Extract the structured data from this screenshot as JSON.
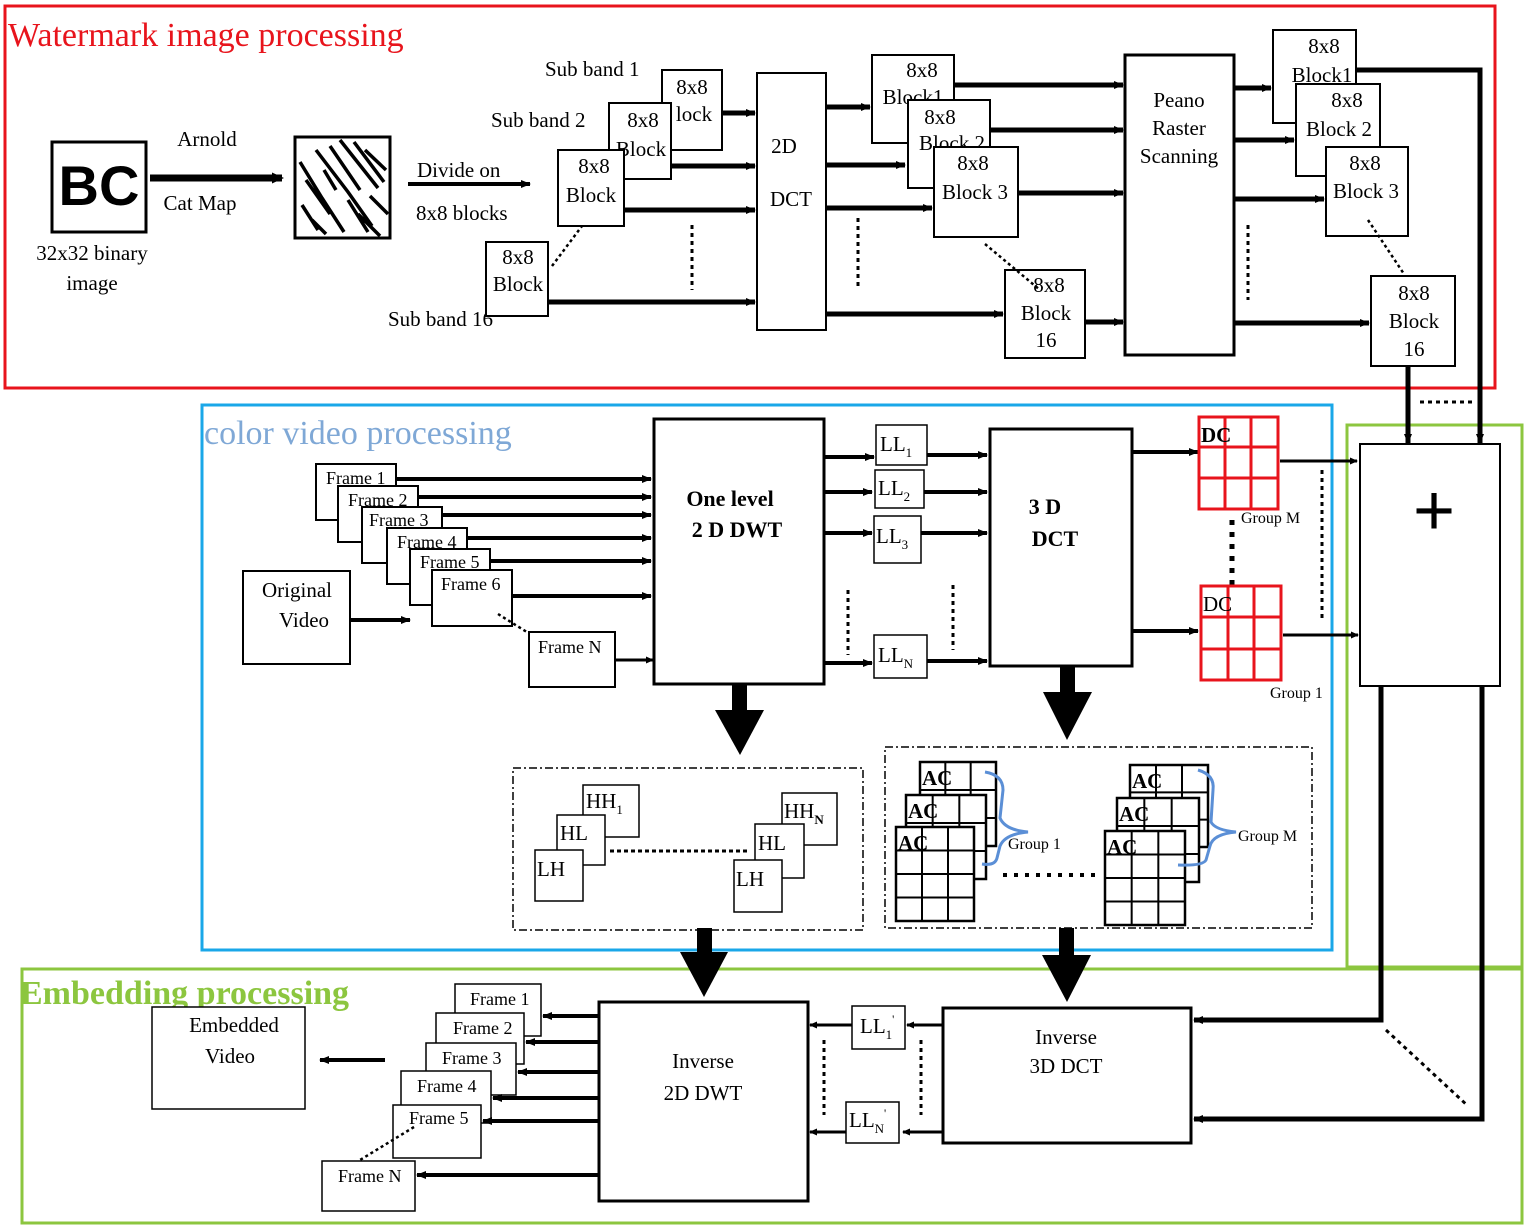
{
  "sections": {
    "watermark": "Watermark image processing",
    "video": "color video processing",
    "embedding": "Embedding processing"
  },
  "colors": {
    "watermark": "#e8141c",
    "video": "#1aa7e8",
    "embedding": "#8cc63f",
    "dc_grid": "#e8141c",
    "brace": "#5b8fd6"
  },
  "watermark": {
    "logo": "BC",
    "input_label": [
      "32x32 binary",
      "image"
    ],
    "arnold": [
      "Arnold",
      "Cat  Map"
    ],
    "divide": [
      "Divide on",
      "8x8 blocks"
    ],
    "subbands": [
      "Sub band 1",
      "Sub band 2",
      "Sub band 16"
    ],
    "block_8x8": "8x8",
    "block_block": "Block",
    "block_partial": "lock",
    "dct_2d": [
      "2D",
      "DCT"
    ],
    "block1": "Block1",
    "block2": "Block 2",
    "block3": "Block 3",
    "block16": [
      "Block",
      "16"
    ],
    "peano": [
      "Peano",
      "Raster",
      "Scanning"
    ]
  },
  "video": {
    "original": [
      "Original",
      "Video"
    ],
    "frames": [
      "Frame 1",
      "Frame 2",
      "Frame 3",
      "Frame 4",
      "Frame 5",
      "Frame 6"
    ],
    "frame_n": "Frame N",
    "dwt": [
      "One level",
      "2 D DWT"
    ],
    "ll": "LL",
    "ll_subs": [
      "1",
      "2",
      "3",
      "N"
    ],
    "dct3d": [
      "3 D",
      "DCT"
    ],
    "dc": "DC",
    "group_m": "Group M",
    "group_1": "Group 1",
    "hh": "HH",
    "hh_subs": [
      "1",
      "N"
    ],
    "hl": "HL",
    "lh": "LH",
    "ac": "AC"
  },
  "adder": "+",
  "embedding": {
    "embedded": [
      "Embedded",
      "Video"
    ],
    "frames": [
      "Frame 1",
      "Frame 2",
      "Frame 3",
      "Frame 4",
      "Frame 5"
    ],
    "frame_n": "Frame N",
    "inv_dwt": [
      "Inverse",
      "2D DWT"
    ],
    "inv_dct": [
      "Inverse",
      "3D DCT"
    ],
    "ll_subs": [
      "1",
      "N"
    ],
    "prime": "'"
  }
}
